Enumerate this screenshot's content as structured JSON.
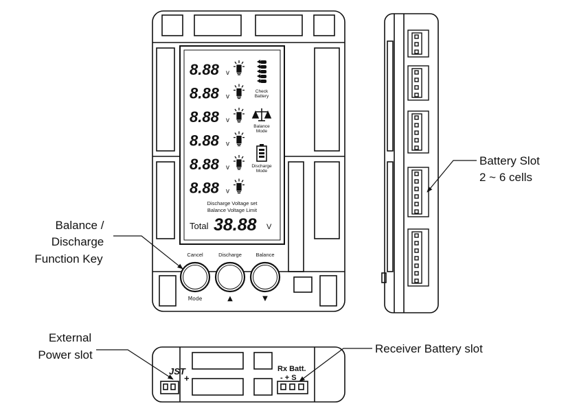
{
  "lcd": {
    "cell_reading": "8.88",
    "volt_unit": "v",
    "cell_count": 6,
    "indicators": {
      "check_battery": [
        "Check",
        "Battery"
      ],
      "balance_mode": [
        "Balance",
        "Mode"
      ],
      "discharge_mode": [
        "Discharge",
        "Mode"
      ]
    },
    "discharge_voltage_set": "Discharge Voltage set",
    "balance_voltage_limit": "Balance Voltage Limit",
    "total_label": "Total",
    "total_reading": "38.88",
    "total_unit": "V"
  },
  "buttons": [
    {
      "top_label": "Cancel",
      "bottom_label": "Mode"
    },
    {
      "top_label": "Discharge",
      "bottom_label": "▲"
    },
    {
      "top_label": "Balance",
      "bottom_label": "▼"
    }
  ],
  "callouts": {
    "function_key": [
      "Balance /",
      "Discharge",
      "Function Key"
    ],
    "battery_slot": [
      "Battery Slot",
      "2 ~ 6 cells"
    ],
    "external_power": [
      "External",
      "Power slot"
    ],
    "receiver_battery": "Receiver Battery slot"
  },
  "bottom_view": {
    "jst_label": "JST",
    "jst_plus": "+",
    "rx_label": "Rx Batt.",
    "rx_pins": "- + S"
  }
}
